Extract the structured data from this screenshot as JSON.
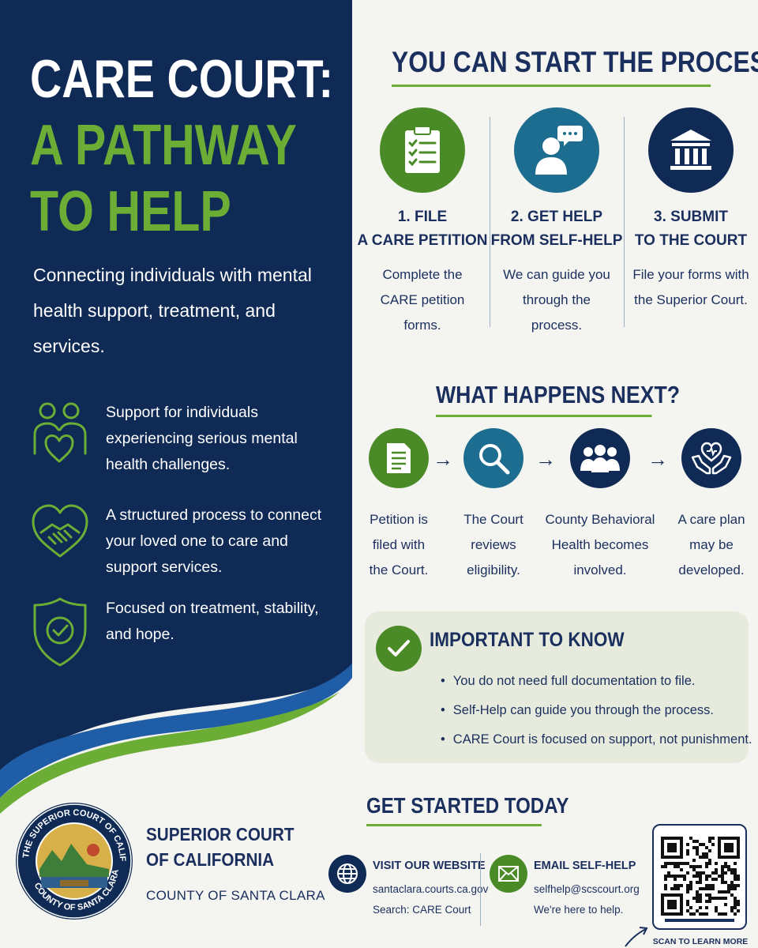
{
  "hero": {
    "title_line1": "CARE COURT:",
    "title_line2": "A PATHWAY",
    "title_line3": "TO HELP",
    "subtitle": "Connecting individuals with mental health support, treatment, and services."
  },
  "features": [
    {
      "icon": "people-heart-icon",
      "text": "Support for individuals experiencing serious mental health challenges."
    },
    {
      "icon": "heart-handshake-icon",
      "text": "A structured process to connect your loved one to care and support services."
    },
    {
      "icon": "shield-check-icon",
      "text": "Focused on treatment, stability, and hope."
    }
  ],
  "start_process": {
    "title": "YOU CAN START THE PROCESS",
    "steps": [
      {
        "icon": "clipboard-checklist-icon",
        "title_line1": "1. FILE",
        "title_line2": "A CARE PETITION",
        "desc": "Complete the CARE petition forms."
      },
      {
        "icon": "person-chat-icon",
        "title_line1": "2. GET HELP",
        "title_line2": "FROM SELF-HELP",
        "desc": "We can guide you through the process."
      },
      {
        "icon": "courthouse-icon",
        "title_line1": "3. SUBMIT",
        "title_line2": "TO THE COURT",
        "desc": "File your forms with the Superior Court."
      }
    ]
  },
  "next": {
    "title": "WHAT HAPPENS NEXT?",
    "items": [
      {
        "icon": "document-icon",
        "desc": "Petition is filed with the Court."
      },
      {
        "icon": "magnifier-icon",
        "desc": "The Court reviews eligibility."
      },
      {
        "icon": "group-icon",
        "desc": "County Behavioral Health becomes involved."
      },
      {
        "icon": "hands-heart-icon",
        "desc": "A care plan may be developed."
      }
    ]
  },
  "important": {
    "title": "IMPORTANT TO KNOW",
    "items": [
      "You do not need full documentation to file.",
      "Self-Help can guide you through the process.",
      "CARE Court is focused on support, not punishment."
    ]
  },
  "get_started": {
    "title": "GET STARTED TODAY",
    "website": {
      "title": "VISIT OUR WEBSITE",
      "line1": "santaclara.courts.ca.gov",
      "line2": "Search: CARE Court"
    },
    "email": {
      "title": "EMAIL SELF-HELP",
      "line1": "selfhelp@scscourt.org",
      "line2": "We're here to help."
    },
    "qr_label": "SCAN TO LEARN MORE"
  },
  "court": {
    "name_line1": "SUPERIOR COURT",
    "name_line2": "OF CALIFORNIA",
    "county": "COUNTY OF SANTA CLARA",
    "seal_text": "THE SUPERIOR COURT OF CALIFORNIA · COUNTY OF SANTA CLARA"
  },
  "colors": {
    "navy": "#0f2a55",
    "green": "#6cad35",
    "teal": "#1c6d8f",
    "light_panel": "#e6ebdd"
  }
}
